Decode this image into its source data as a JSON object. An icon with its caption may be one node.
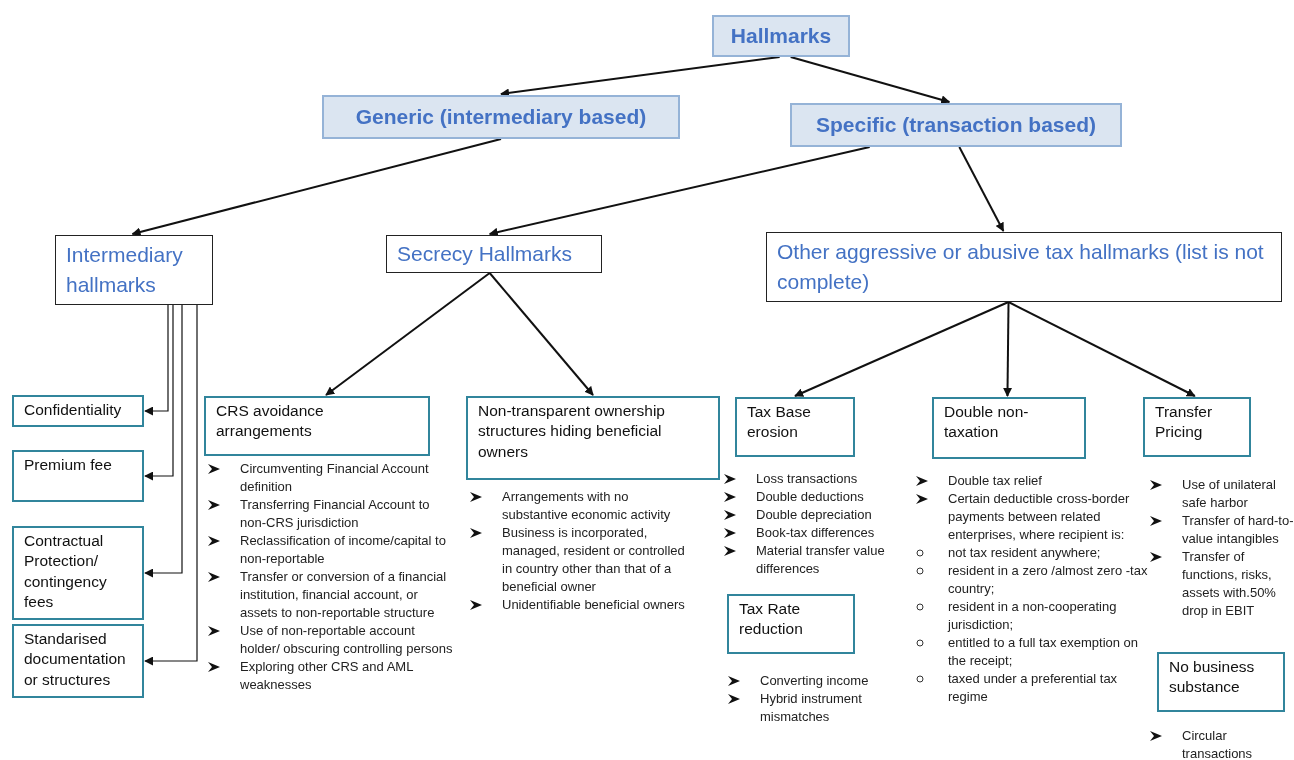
{
  "diagram": {
    "nodes": [
      {
        "text": [
          "Hallmarks"
        ]
      },
      {
        "text": [
          "Generic (intermediary based)"
        ]
      },
      {
        "text": [
          "Specific (transaction based)"
        ]
      },
      {
        "text": [
          "Intermediary hallmarks"
        ]
      },
      {
        "text": [
          "Secrecy Hallmarks"
        ]
      },
      {
        "text": [
          "Other aggressive or abusive tax hallmarks (list is not complete)"
        ]
      },
      {
        "text": [
          "Confidentiality"
        ]
      },
      {
        "text": [
          "Premium fee"
        ]
      },
      {
        "text": [
          "Contractual Protection/ contingency fees"
        ]
      },
      {
        "text": [
          "Standarised documentation or structures"
        ]
      },
      {
        "text": [
          "CRS avoidance arrangements"
        ],
        "beside": [
          "Circumventing Financial Account definition",
          "Transferring Financial Account to non-CRS jurisdiction",
          "Reclassification of income/capital to non-reportable",
          "Transfer or conversion of a financial institution, financial account, or assets to non-reportable structure",
          "Use of non-reportable account holder/ obscuring controlling persons",
          "Exploring other CRS and AML weaknesses"
        ]
      },
      {
        "text": [
          "Non-transparent ownership structures hiding beneficial owners"
        ],
        "beside": [
          "Arrangements with no substantive economic activity",
          "Business is incorporated, managed, resident or controlled in country other than that of a beneficial owner",
          "Unidentifiable beneficial owners"
        ]
      },
      {
        "text": [
          "Tax Base erosion"
        ],
        "beside": [
          "Loss transactions",
          "Double deductions",
          "Double depreciation",
          "Book-tax differences",
          "Material transfer value differences"
        ]
      },
      {
        "text": [
          "Double non-taxation"
        ],
        "beside": [
          "Double tax relief",
          "Certain deductible cross-border payments between related enterprises, where recipient is:",
          "not tax resident anywhere;",
          "resident in a zero /almost zero -tax country;",
          "resident in a non-cooperating jurisdiction;",
          "entitled to a full tax exemption on the receipt;",
          "taxed under a preferential tax regime"
        ]
      },
      {
        "text": [
          "Transfer Pricing"
        ],
        "beside": [
          "Use of unilateral safe harbor",
          "Transfer of hard-to-value intangibles",
          "Transfer of functions, risks, assets with.50% drop in EBIT"
        ]
      },
      {
        "text": [
          "Tax Rate reduction"
        ],
        "beside": [
          "Converting income",
          "Hybrid instrument mismatches"
        ]
      },
      {
        "text": [
          "No business substance"
        ],
        "beside": [
          "Circular transactions"
        ]
      }
    ],
    "edges": [
      {
        "from": 0,
        "to": 1,
        "arrow": "to"
      },
      {
        "from": 0,
        "to": 2,
        "arrow": "to"
      },
      {
        "from": 1,
        "to": 3,
        "arrow": "to"
      },
      {
        "from": 2,
        "to": 4,
        "arrow": "to"
      },
      {
        "from": 2,
        "to": 5,
        "arrow": "to"
      },
      {
        "from": 3,
        "to": 6,
        "arrow": "to"
      },
      {
        "from": 3,
        "to": 7,
        "arrow": "to"
      },
      {
        "from": 3,
        "to": 8,
        "arrow": "to"
      },
      {
        "from": 3,
        "to": 9,
        "arrow": "to"
      },
      {
        "from": 4,
        "to": 10,
        "arrow": "to"
      },
      {
        "from": 4,
        "to": 11,
        "arrow": "to"
      },
      {
        "from": 5,
        "to": 12,
        "arrow": "to"
      },
      {
        "from": 5,
        "to": 13,
        "arrow": "to"
      },
      {
        "from": 5,
        "to": 14,
        "arrow": "to"
      }
    ]
  }
}
